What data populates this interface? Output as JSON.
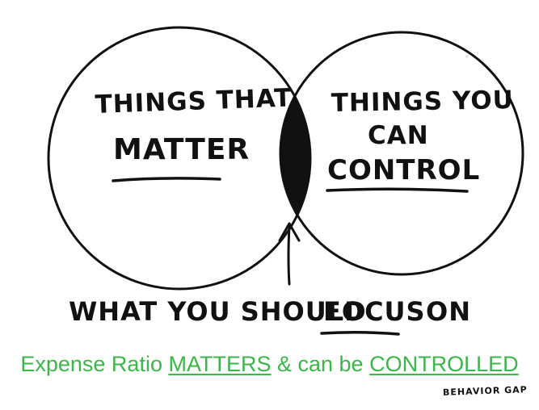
{
  "diagram": {
    "left_circle": {
      "line1": "THINGS THAT",
      "line2": "MATTER"
    },
    "right_circle": {
      "line1": "THINGS YOU",
      "line2": "CAN",
      "line3": "CONTROL"
    },
    "focus_label": {
      "before": "WHAT YOU SHOULD",
      "emphasis": "FOCUS",
      "after": "ON"
    }
  },
  "caption": {
    "part1": "Expense Ratio",
    "emph1": "MATTERS",
    "part2": "& can be",
    "emph2": "CONTROLLED",
    "color": "#3db54a"
  },
  "credit": "BEHAVIOR GAP",
  "colors": {
    "ink": "#111111",
    "intersection_fill": "#111111"
  }
}
